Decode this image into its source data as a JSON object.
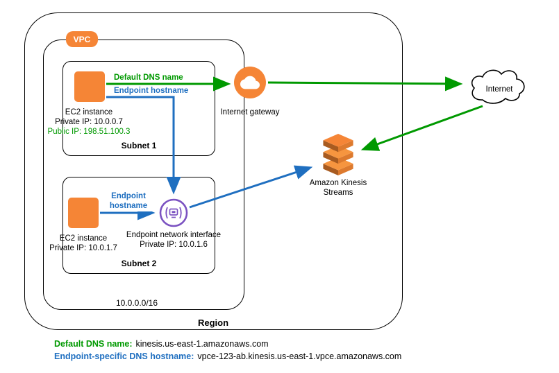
{
  "diagram": {
    "region_label": "Region",
    "vpc_label": "VPC",
    "vpc_cidr": "10.0.0.0/16",
    "subnet1": {
      "label": "Subnet 1",
      "ec2_name": "EC2 instance",
      "ec2_private_ip": "Private IP: 10.0.0.7",
      "ec2_public_ip": "Public IP: 198.51.100.3"
    },
    "subnet2": {
      "label": "Subnet 2",
      "ec2_name": "EC2 instance",
      "ec2_private_ip": "Private IP: 10.0.1.7",
      "endpoint_name": "Endpoint network interface",
      "endpoint_private_ip": "Private IP: 10.0.1.6"
    },
    "labels": {
      "default_dns": "Default DNS name",
      "endpoint_hostname": "Endpoint hostname",
      "internet_gateway": "Internet gateway",
      "internet": "Internet",
      "kinesis_line1": "Amazon Kinesis",
      "kinesis_line2": "Streams"
    },
    "legend": {
      "default_dns_label": "Default DNS name:",
      "default_dns_value": "kinesis.us-east-1.amazonaws.com",
      "endpoint_dns_label": "Endpoint-specific DNS hostname:",
      "endpoint_dns_value": "vpce-123-ab.kinesis.us-east-1.vpce.amazonaws.com"
    },
    "colors": {
      "orange": "#F58536",
      "green": "#009900",
      "blue": "#1F6FC0",
      "purple": "#7B52C1",
      "outline": "#000000"
    }
  }
}
